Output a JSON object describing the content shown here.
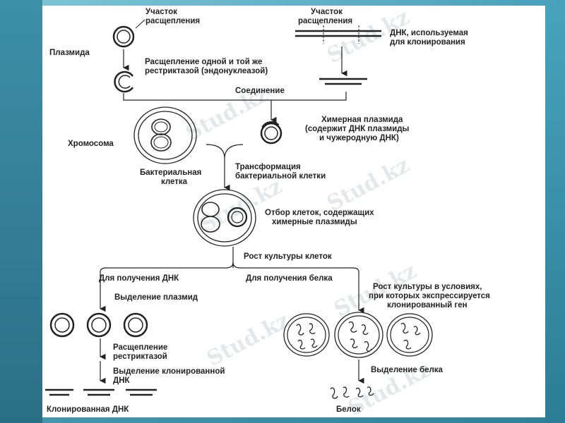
{
  "watermark": "Stud.kz",
  "labels": {
    "site_left_1": "Участок",
    "site_left_2": "расщепления",
    "site_right_1": "Участок",
    "site_right_2": "расщепления",
    "plasmid": "Плазмида",
    "dna_clone_1": "ДНК, используемая",
    "dna_clone_2": "для клонирования",
    "cleave_1": "Расщепление одной и той же",
    "cleave_2": "рестриктазой (эндонуклеазой)",
    "join": "Соединение",
    "chromosome": "Хромосома",
    "chimeric_1": "Химерная плазмида",
    "chimeric_2": "(содержит ДНК плазмиды",
    "chimeric_3": "и чужеродную ДНК)",
    "bacterial_1": "Бактериальная",
    "bacterial_2": "клетка",
    "transform_1": "Трансформация",
    "transform_2": "бактериальной клетки",
    "select_1": "Отбор клеток, содержащих",
    "select_2": "химерные плазмиды",
    "growth": "Рост культуры клеток",
    "for_dna": "Для получения ДНК",
    "for_protein": "Для получения белка",
    "isolate_plasmid": "Выделение плазмид",
    "grow_cond_1": "Рост культуры в условиях,",
    "grow_cond_2": "при которых экспрессируется",
    "grow_cond_3": "клонированный ген",
    "cleave_restr_1": "Расщепление",
    "cleave_restr_2": "рестриктазой",
    "isolate_dna_1": "Выделение клонированной",
    "isolate_dna_2": "ДНК",
    "isolate_protein": "Выделение белка",
    "cloned_dna": "Клонированная ДНК",
    "protein": "Белок"
  }
}
